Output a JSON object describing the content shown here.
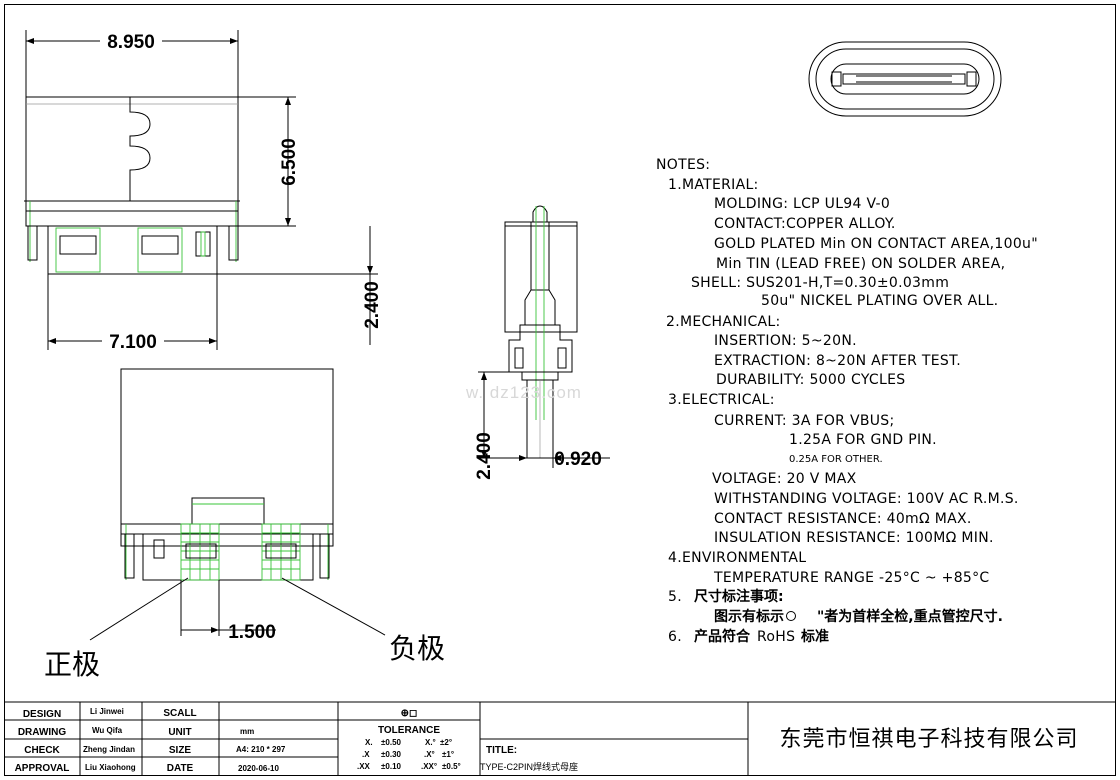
{
  "dimensions": {
    "top_width": "8.950",
    "top_height": "6.500",
    "base_width": "7.100",
    "tail_height": "2.400",
    "side_height": "2.400",
    "pin_width": "0.920",
    "pin_pitch": "1.500"
  },
  "pole_labels": {
    "positive": "正极",
    "negative": "负极"
  },
  "watermark": "w.  dz123.com",
  "notes": {
    "heading": "NOTES:",
    "lines": [
      "1.MATERIAL:",
      "MOLDING: LCP UL94 V-0",
      "CONTACT:COPPER ALLOY.",
      "GOLD PLATED Min ON CONTACT AREA,100u\"",
      "Min TIN (LEAD FREE) ON SOLDER AREA,",
      "SHELL: SUS201-H,T=0.30±0.03mm",
      "50u\" NICKEL PLATING OVER ALL.",
      "2.MECHANICAL:",
      "INSERTION: 5~20N.",
      "EXTRACTION: 8~20N AFTER TEST.",
      "DURABILITY: 5000 CYCLES",
      "3.ELECTRICAL:",
      "CURRENT: 3A FOR VBUS;",
      "1.25A FOR GND PIN.",
      "0.25A FOR OTHER.",
      "VOLTAGE: 20 V MAX",
      "WITHSTANDING VOLTAGE: 100V AC R.M.S.",
      "CONTACT RESISTANCE: 40mΩ MAX.",
      "INSULATION RESISTANCE: 100MΩ MIN.",
      "4.ENVIRONMENTAL",
      "TEMPERATURE RANGE -25°C ~ +85°C",
      "5.",
      "尺寸标注事项:",
      "图示有标示",
      "\"者为首样全检,重点管控尺寸.",
      "6.",
      "产品符合",
      "RoHS",
      "标准"
    ]
  },
  "title_block": {
    "labels": [
      "DESIGN",
      "DRAWING",
      "CHECK",
      "APPROVAL"
    ],
    "names": [
      "Li Jinwei",
      "Wu Qifa",
      "Zheng Jindan",
      "Liu Xiaohong"
    ],
    "fields": [
      "SCALL",
      "UNIT",
      "SIZE",
      "DATE"
    ],
    "values": [
      "",
      "mm",
      "A4: 210 * 297",
      "2020-06-10"
    ],
    "tolerance_symbol": "⊕◻",
    "tolerance_label": "TOLERANCE",
    "tolerances": [
      [
        "X.",
        "±0.50",
        "X.°",
        "±2°"
      ],
      [
        ".X",
        "±0.30",
        ".X°",
        "±1°"
      ],
      [
        ".XX",
        "±0.10",
        ".XX°",
        "±0.5°"
      ]
    ],
    "title_label": "TITLE:",
    "title_value": "TYPE-C2PIN焊线式母座",
    "company": "东莞市恒祺电子科技有限公司"
  }
}
